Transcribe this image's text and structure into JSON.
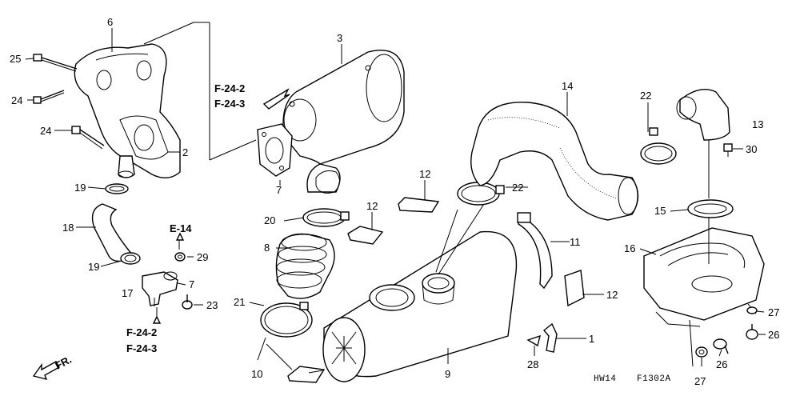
{
  "labels": {
    "p1": "1",
    "p2": "2",
    "p3": "3",
    "p6": "6",
    "p7a": "7",
    "p7b": "7",
    "p8": "8",
    "p9": "9",
    "p10": "10",
    "p11": "11",
    "p12a": "12",
    "p12b": "12",
    "p12c": "12",
    "p13": "13",
    "p14": "14",
    "p15": "15",
    "p16": "16",
    "p17": "17",
    "p18": "18",
    "p19a": "19",
    "p19b": "19",
    "p20": "20",
    "p21": "21",
    "p22a": "22",
    "p22b": "22",
    "p23": "23",
    "p24a": "24",
    "p24b": "24",
    "p25": "25",
    "p26a": "26",
    "p26b": "26",
    "p27a": "27",
    "p27b": "27",
    "p28": "28",
    "p29": "29",
    "p30": "30"
  },
  "refs": {
    "f242_top": "F-24-2",
    "f243_top": "F-24-3",
    "e14": "E-14",
    "f242_bottom": "F-24-2",
    "f243_bottom": "F-24-3"
  },
  "front_marker": "FR.",
  "code_left": "HW14",
  "code_right": "F1302A"
}
